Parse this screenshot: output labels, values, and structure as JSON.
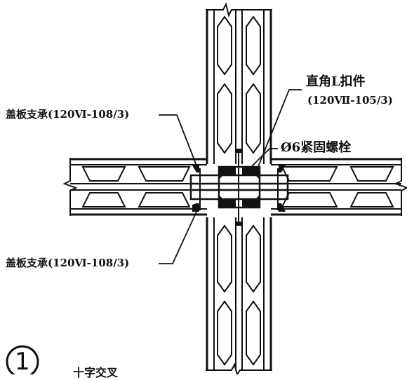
{
  "labels": {
    "corner_clip_title": "直角L扣件",
    "corner_clip_ref": "(120Ⅶ-105/3)",
    "bolt": "Ø6紧固螺栓",
    "cover_support_top": "盖板支承(120Ⅵ-108/3)",
    "cover_support_bottom": "盖板支承(120Ⅵ-108/3)"
  },
  "detail": {
    "number": "1",
    "title": "十字交叉"
  },
  "colors": {
    "ink": "#111111",
    "paper": "#ffffff"
  }
}
